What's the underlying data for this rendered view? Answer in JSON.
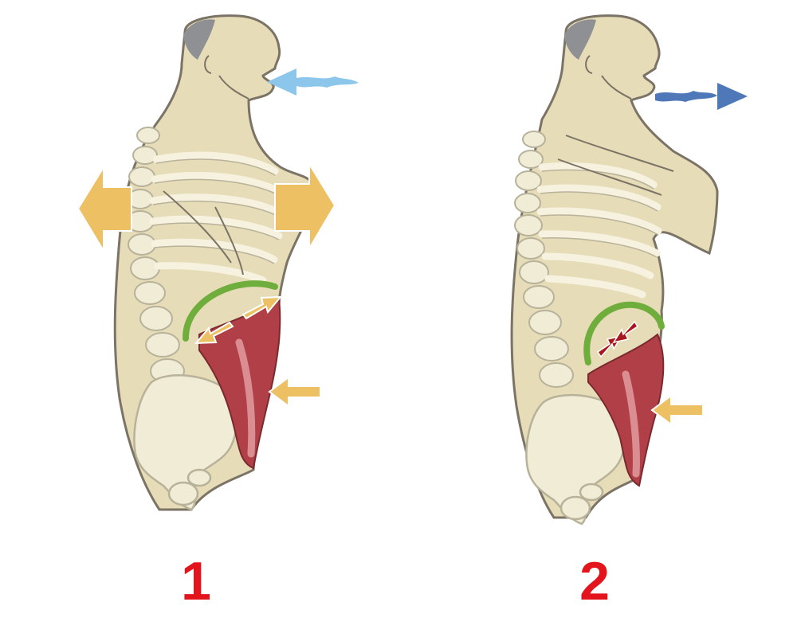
{
  "diagram": {
    "panels": [
      {
        "label": "1",
        "phase": "inhalation"
      },
      {
        "label": "2",
        "phase": "exhalation"
      }
    ]
  },
  "colors": {
    "skin": "#e7dcb8",
    "skin_stroke": "#7b7466",
    "bone": "#f1ecd6",
    "bone_stroke": "#b8b29b",
    "muscle": "#b13f47",
    "muscle_light": "#e6a2a4",
    "expansion_arrow": "#eec064",
    "diaphragm": "#6fae3c",
    "contraction_arrow": "#a8161e",
    "air_in": "#8cc6ea",
    "air_out": "#4e78b8",
    "hair": "#8e9094",
    "label": "#e3141b"
  },
  "icons": [
    "air-in-arrow-icon",
    "air-out-arrow-icon",
    "expansion-arrow-icon",
    "diaphragm-arc-icon",
    "push-arrow-icon",
    "contract-arrow-icon"
  ]
}
